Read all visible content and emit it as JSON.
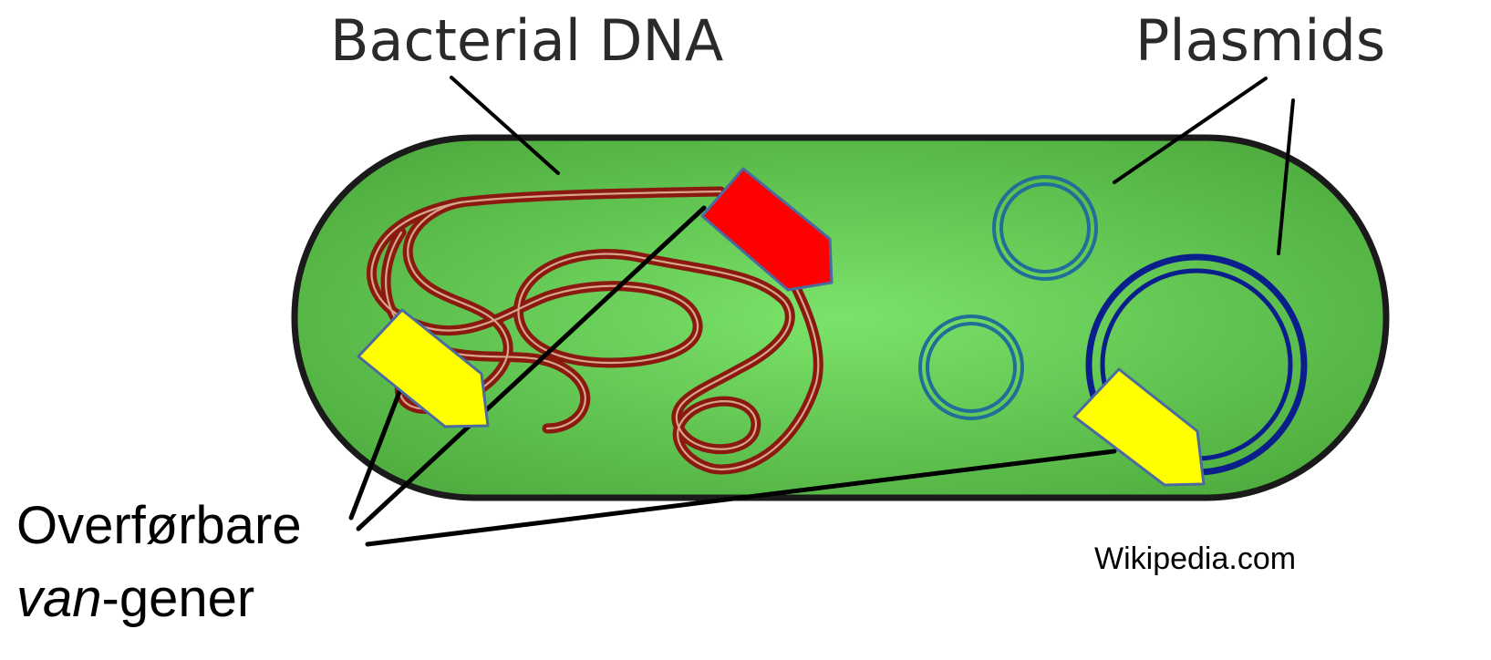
{
  "labels": {
    "bacterial_dna": "Bacterial DNA",
    "plasmids": "Plasmids",
    "transferable_genes_line1": "Overførbare",
    "transferable_genes_line2_italic": "van",
    "transferable_genes_line2_rest": "-gener",
    "source": "Wikipedia.com"
  },
  "colors": {
    "cell_fill_center": "#7be36a",
    "cell_fill_edge": "#4fae3f",
    "cell_outline": "#1a1a1a",
    "chromosome": "#8a1a10",
    "chromosome_inner": "#d9a58a",
    "plasmid_small": "#1f6f99",
    "plasmid_large": "#0b1f8c",
    "gene_red": "#ff0000",
    "gene_yellow": "#ffff00",
    "gene_outline": "#4a6aa0",
    "leader_line": "#000000"
  },
  "icons": {
    "gene_marker": "pentagon-arrow-shape",
    "plasmid": "double-ring"
  }
}
